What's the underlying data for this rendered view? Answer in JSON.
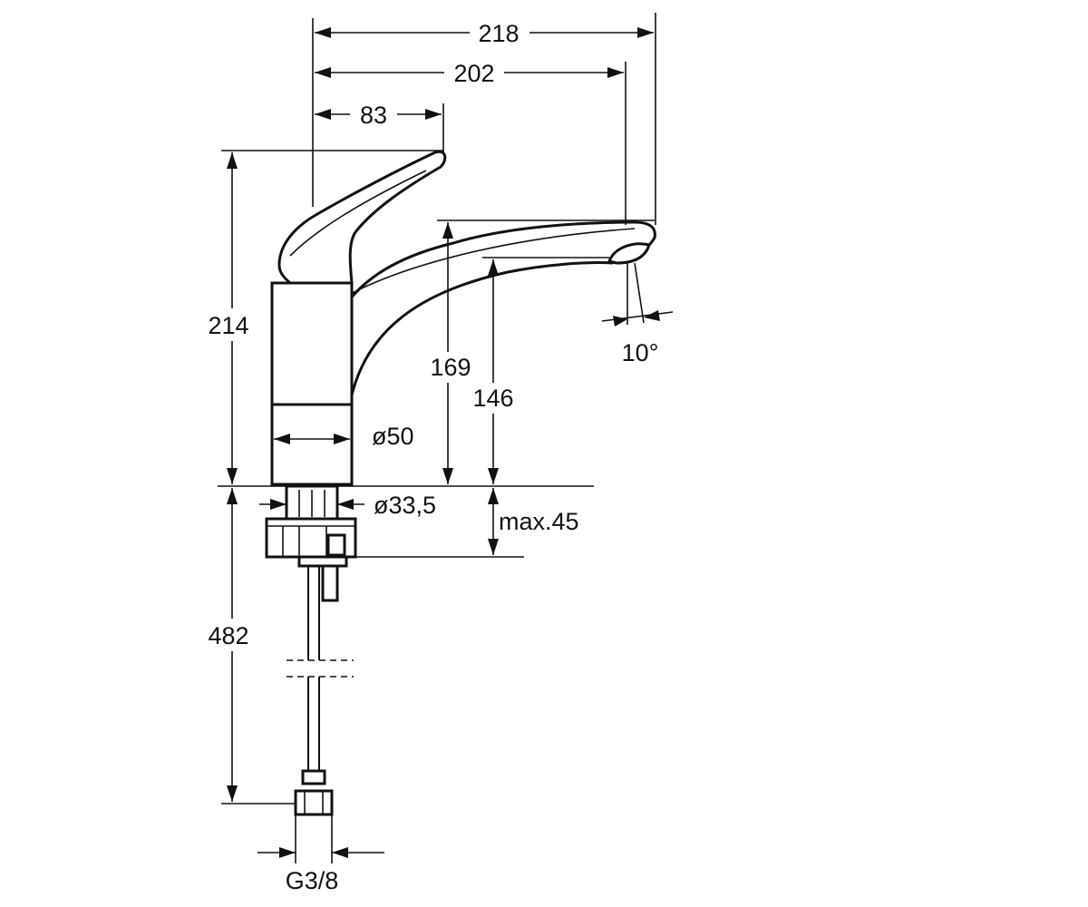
{
  "drawing": {
    "line_color": "#111111",
    "background": "#ffffff",
    "dimensions": {
      "overall_width": "218",
      "spout_reach": "202",
      "lever_reach": "83",
      "overall_height": "214",
      "spout_height": "169",
      "outlet_height": "146",
      "body_diameter": "ø50",
      "shank_diameter": "ø33,5",
      "max_deck_thickness": "max.45",
      "hose_length": "482",
      "connection_thread": "G3/8",
      "outlet_angle": "10°"
    }
  }
}
